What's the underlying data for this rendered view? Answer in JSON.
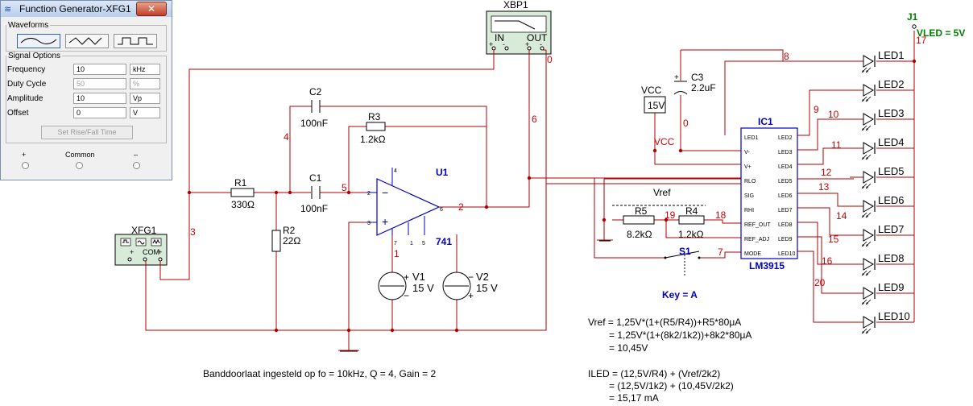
{
  "function_generator": {
    "title": "Function Generator-XFG1",
    "close_glyph": "✕",
    "waveforms_legend": "Waveforms",
    "waveform_buttons": [
      "sine-wave-icon",
      "triangle-wave-icon",
      "square-wave-icon"
    ],
    "signal_options_legend": "Signal Options",
    "fields": [
      {
        "label": "Frequency",
        "value": "10",
        "unit": "kHz"
      },
      {
        "label": "Duty Cycle",
        "value": "50",
        "unit": "%"
      },
      {
        "label": "Amplitude",
        "value": "10",
        "unit": "Vp"
      },
      {
        "label": "Offset",
        "value": "0",
        "unit": "V"
      }
    ],
    "set_rise_fall_button": "Set Rise/Fall Time",
    "terminals": {
      "plus": "+",
      "common": "Common",
      "minus": "–"
    }
  },
  "schematic": {
    "xfg_label": "XFG1",
    "xbp_label": "XBP1",
    "xbp_in": "IN",
    "xbp_out": "OUT",
    "components": {
      "r1": {
        "ref": "R1",
        "value": "330Ω"
      },
      "r2": {
        "ref": "R2",
        "value": "22Ω"
      },
      "r3": {
        "ref": "R3",
        "value": "1.2kΩ"
      },
      "r4": {
        "ref": "R4",
        "value": "1.2kΩ"
      },
      "r5": {
        "ref": "R5",
        "value": "8.2kΩ"
      },
      "c1": {
        "ref": "C1",
        "value": "100nF"
      },
      "c2": {
        "ref": "C2",
        "value": "100nF"
      },
      "c3": {
        "ref": "C3",
        "value": "2.2uF"
      },
      "u1": {
        "ref": "U1",
        "value": "741"
      },
      "v1": {
        "ref": "V1",
        "value": "15 V"
      },
      "v2": {
        "ref": "V2",
        "value": "15 V"
      },
      "vcc": {
        "ref": "VCC",
        "value": "15V"
      },
      "ic1": {
        "ref": "IC1",
        "value": "LM3915"
      },
      "s1": {
        "ref": "S1",
        "key": "Key = A"
      },
      "j1": {
        "ref": "J1",
        "value": "VLED = 5V"
      }
    },
    "ic1_left_pins": [
      "LED1",
      "V-",
      "V+",
      "RLO",
      "SIG",
      "RHI",
      "REF_OUT",
      "REF_ADJ",
      "MODE"
    ],
    "ic1_right_pins": [
      "LED2",
      "LED3",
      "LED4",
      "LED5",
      "LED6",
      "LED7",
      "LED8",
      "LED9",
      "LED10"
    ],
    "leds": [
      "LED1",
      "LED2",
      "LED3",
      "LED4",
      "LED5",
      "LED6",
      "LED7",
      "LED8",
      "LED9",
      "LED10"
    ],
    "led_nets": [
      "8",
      "9",
      "10",
      "11",
      "12",
      "13",
      "14",
      "15",
      "16",
      "20"
    ],
    "nets": {
      "n0a": "0",
      "n0b": "0",
      "n1": "1",
      "n2": "2",
      "n3": "3",
      "n4": "4",
      "n5": "5",
      "n6": "6",
      "n7": "7",
      "n17": "17",
      "n18": "18",
      "n19": "19",
      "vcc": "VCC"
    },
    "vref_label": "Vref",
    "opamp_pins": {
      "p4": "4",
      "p2": "2",
      "p3": "3",
      "p6": "6",
      "p7": "7",
      "p1": "1",
      "p5": "5"
    },
    "vsrc_signs": {
      "plus": "+",
      "minus": "−"
    },
    "notes": {
      "bandpass": "Banddoorlaat ingesteld op fo = 10kHz, Q = 4, Gain = 2",
      "vref": [
        "Vref = 1,25V*(1+(R5/R4))+R5*80μA",
        "= 1,25V*(1+(8k2/1k2))+8k2*80μA",
        "= 10,45V"
      ],
      "iled": [
        "ILED = (12,5V/R4) + (Vref/2k2)",
        "= (12,5V/1k2) + (10,45V/2k2)",
        "= 15,17 mA"
      ]
    }
  }
}
